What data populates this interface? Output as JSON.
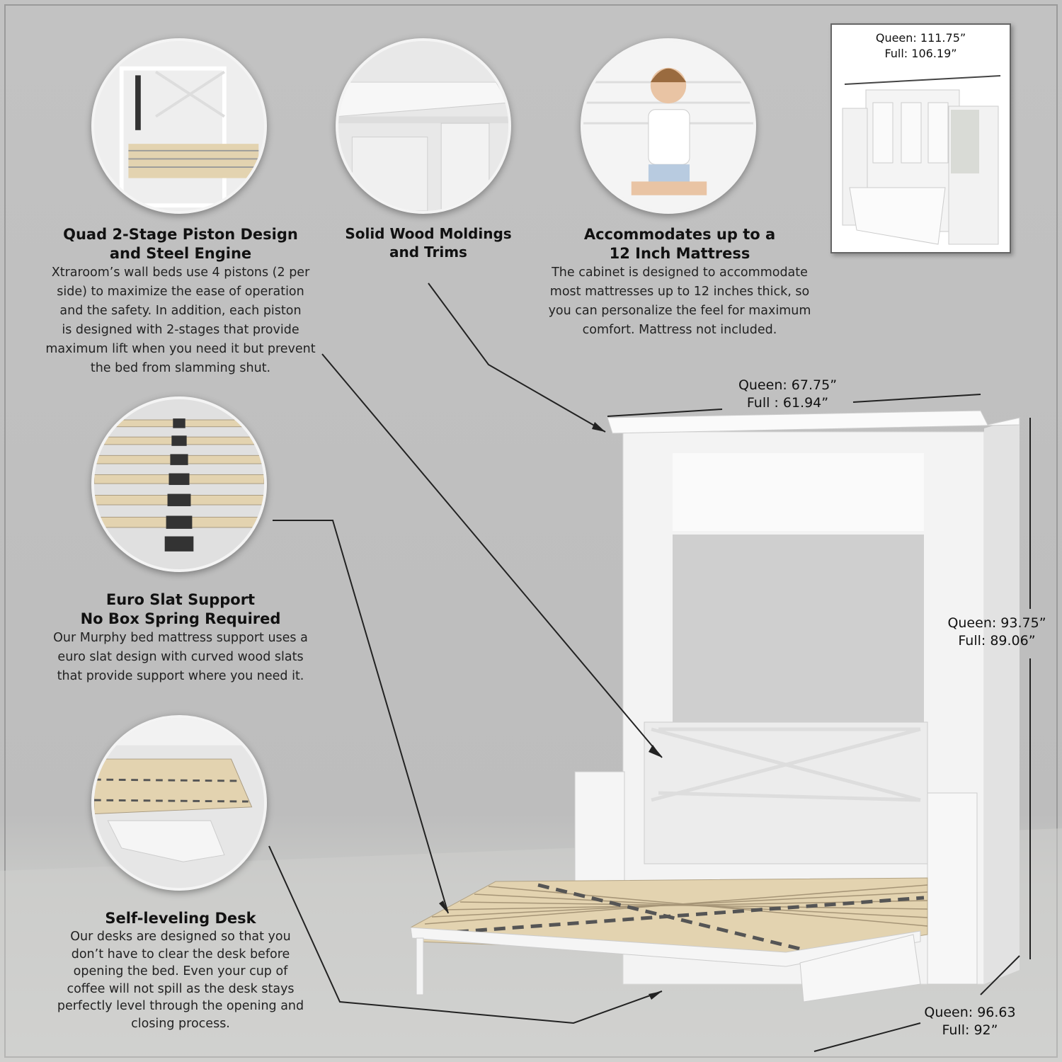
{
  "features": [
    {
      "title_lines": [
        "Quad 2-Stage Piston Design",
        "and Steel Engine"
      ],
      "body_lines": [
        "Xtraroom’s wall beds use 4 pistons (2 per",
        "side) to maximize the ease of operation",
        "and the safety. In addition, each piston",
        "is designed with 2-stages that provide",
        "maximum lift when you need it but prevent",
        "the bed from slamming shut."
      ]
    },
    {
      "title_lines": [
        "Solid Wood Moldings",
        "and Trims"
      ],
      "body_lines": []
    },
    {
      "title_lines": [
        "Accommodates up to a",
        "12 Inch Mattress"
      ],
      "body_lines": [
        "The cabinet is designed to accommodate",
        "most mattresses up to 12 inches thick, so",
        "you can personalize the feel for maximum",
        "comfort. Mattress not included."
      ]
    },
    {
      "title_lines": [
        "Euro Slat Support",
        "No Box Spring Required"
      ],
      "body_lines": [
        "Our Murphy bed mattress support uses a",
        "euro slat design with curved wood slats",
        "that provide support where you need it."
      ]
    },
    {
      "title_lines": [
        "Self-leveling Desk"
      ],
      "body_lines": [
        "Our desks are designed so that you",
        "don’t have to clear the desk before",
        "opening the bed. Even your cup of",
        "coffee will not spill as the desk stays",
        "perfectly level through the opening and",
        "closing process."
      ]
    }
  ],
  "dimensions": {
    "overall": [
      "Queen: 111.75”",
      "Full: 106.19”"
    ],
    "width": [
      "Queen: 67.75”",
      "Full : 61.94”"
    ],
    "height": [
      "Queen: 93.75”",
      "Full: 89.06”"
    ],
    "depth": [
      "Queen: 96.63",
      "Full: 92”"
    ]
  },
  "colors": {
    "background": "#bdbdbd",
    "cabinet": "#f3f3f3",
    "slat": "#e3d3b0"
  }
}
